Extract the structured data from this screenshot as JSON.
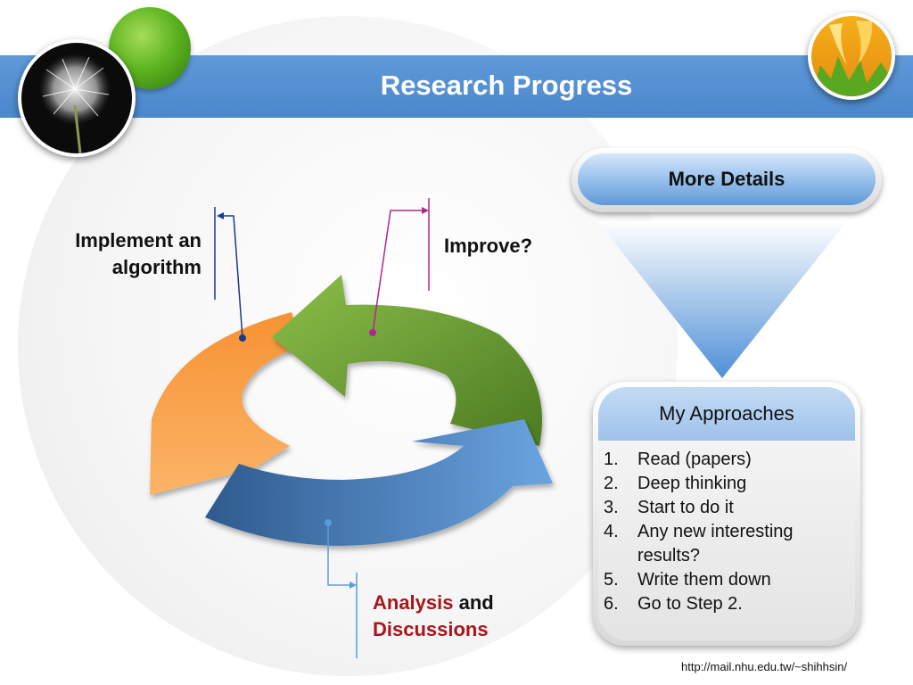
{
  "title": "Research Progress",
  "labels": {
    "implement": "Implement an",
    "implement2": "algorithm",
    "improve": "Improve?",
    "analysis": "Analysis",
    "and": "and",
    "discussions": "Discussions"
  },
  "more_details": "More Details",
  "approaches": {
    "heading": "My Approaches",
    "items": [
      {
        "num": "1.",
        "text": "Read (papers)"
      },
      {
        "num": "2.",
        "text": "Deep thinking"
      },
      {
        "num": "3.",
        "text": "Start to do it"
      },
      {
        "num": "4.",
        "text": "Any new interesting results?"
      },
      {
        "num": "5.",
        "text": "Write them down"
      },
      {
        "num": "6.",
        "text": "Go to Step 2."
      }
    ]
  },
  "footer": "http://mail.nhu.edu.tw/~shihhsin/",
  "colors": {
    "title_bar": "#5f99d8",
    "orange_arrow": "#f7a24a",
    "green_arrow": "#6d9a33",
    "blue_arrow": "#4a84c8",
    "emphasis_red": "#a8151b",
    "callout_blue": "#1a3a8a",
    "callout_magenta": "#b0268f"
  }
}
